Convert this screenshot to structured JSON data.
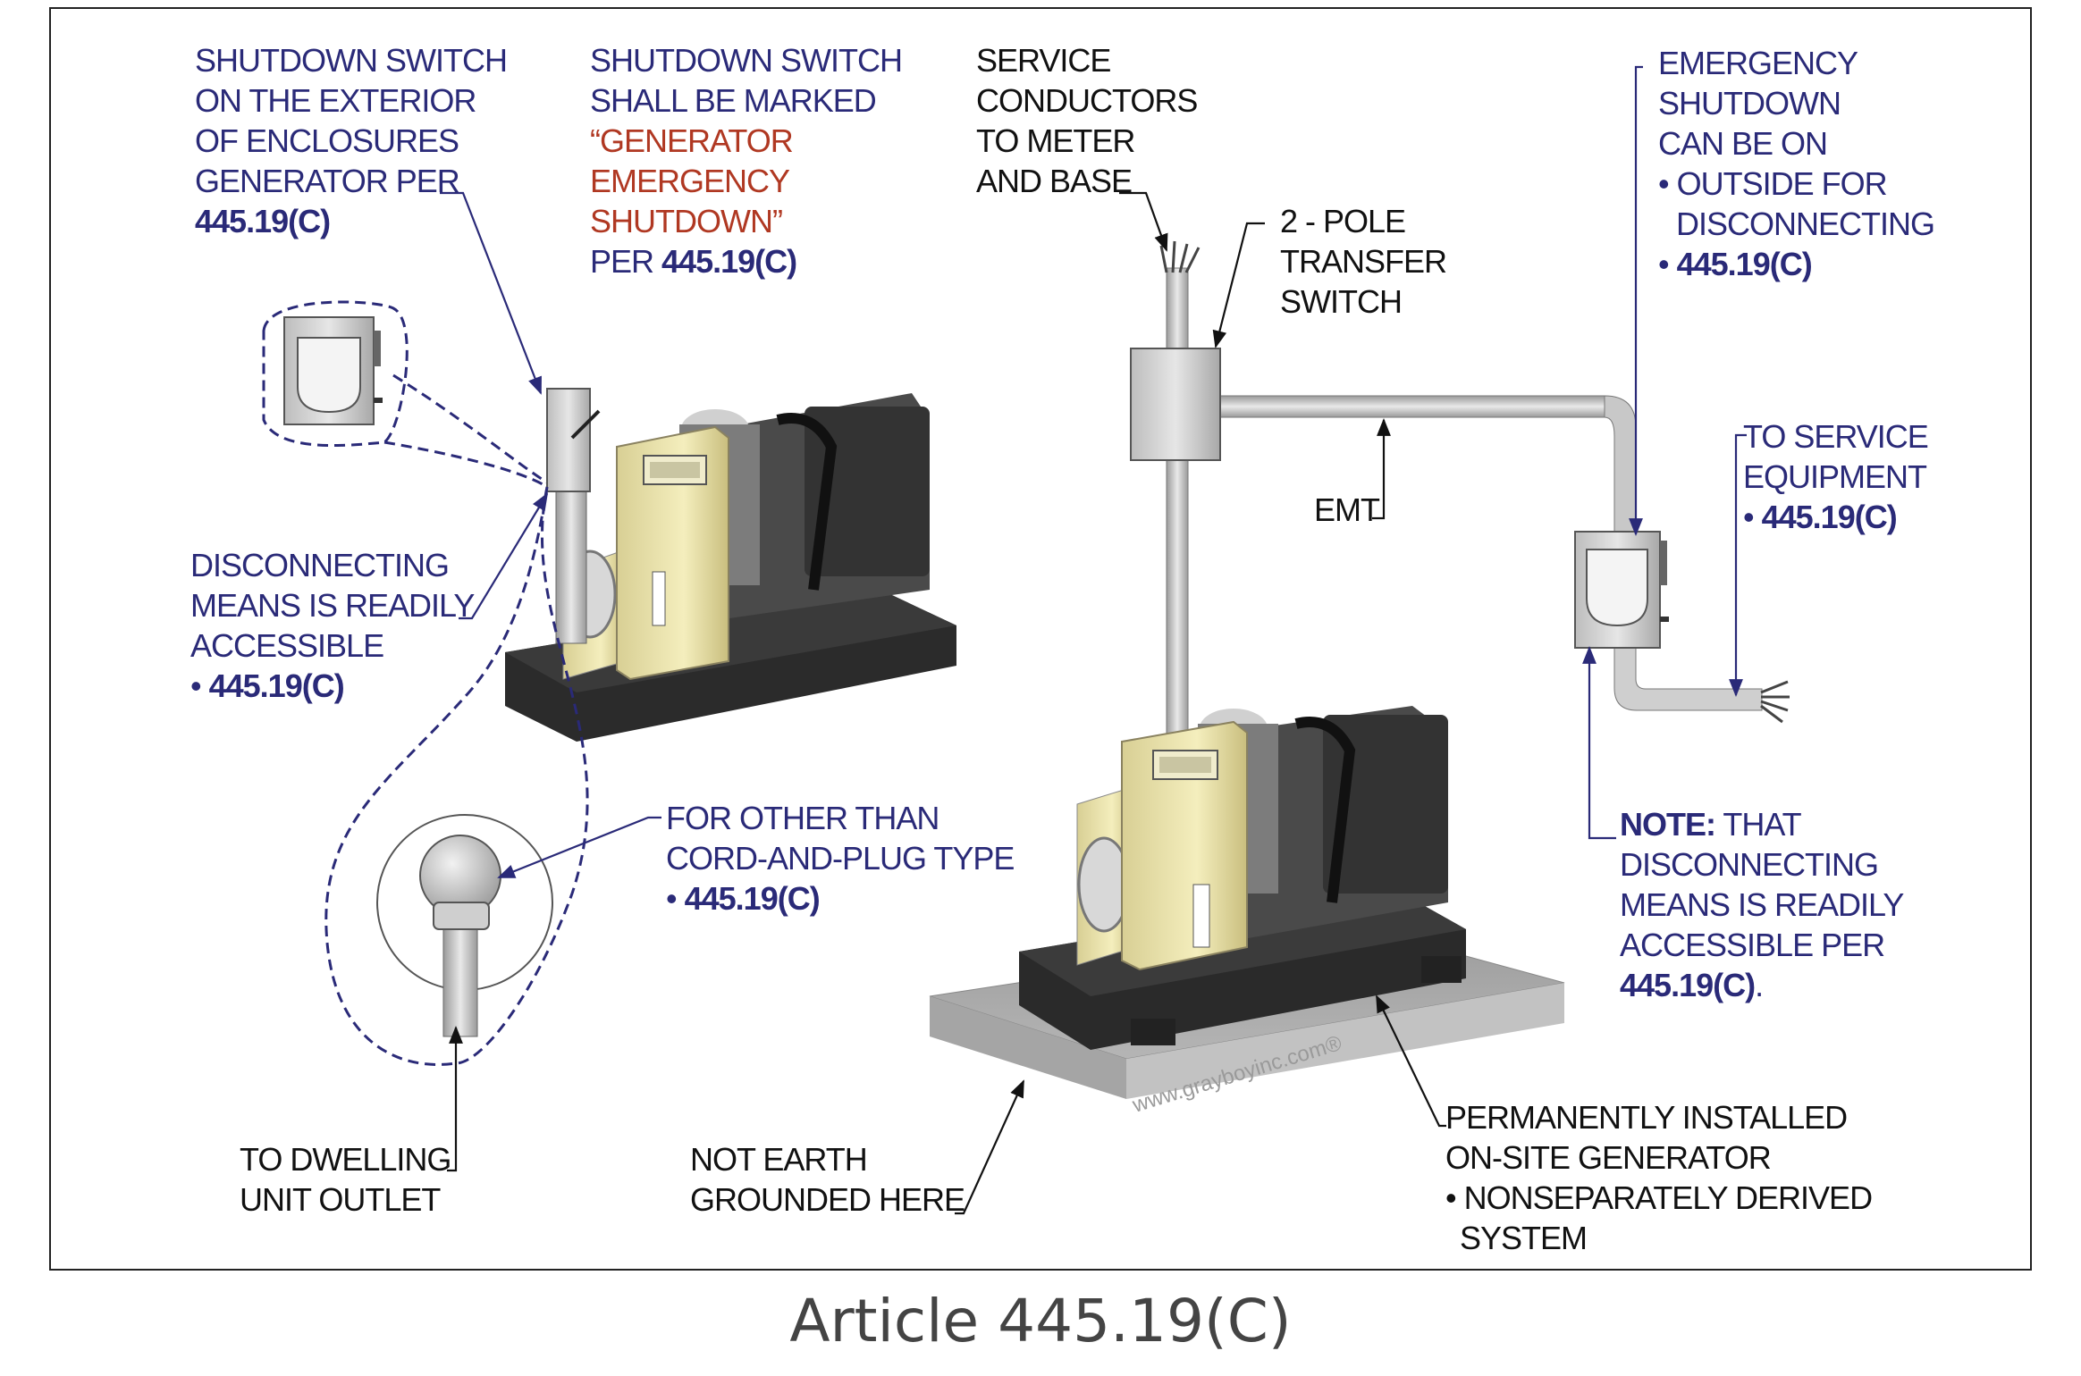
{
  "caption": "Article 445.19(C)",
  "watermark": "www.grayboyinc.com®",
  "labels": {
    "shutdown_exterior": {
      "l1": "SHUTDOWN SWITCH",
      "l2": "ON THE EXTERIOR",
      "l3": "OF ENCLOSURES",
      "l4": "GENERATOR PER",
      "ref": "445.19(C)"
    },
    "shutdown_marked": {
      "l1": "SHUTDOWN SWITCH",
      "l2": "SHALL BE MARKED",
      "r1": "“GENERATOR",
      "r2": "EMERGENCY",
      "r3": "SHUTDOWN”",
      "per": "PER ",
      "ref": "445.19(C)"
    },
    "service_conductors": {
      "l1": "SERVICE",
      "l2": "CONDUCTORS",
      "l3": "TO METER",
      "l4": "AND BASE"
    },
    "transfer_switch": {
      "l1": "2 - POLE",
      "l2": "TRANSFER",
      "l3": "SWITCH"
    },
    "emergency_shutdown": {
      "l1": "EMERGENCY",
      "l2": "SHUTDOWN",
      "l3": "CAN BE ON",
      "l4": "• OUTSIDE FOR",
      "l5": "DISCONNECTING",
      "bullet": "• ",
      "ref": "445.19(C)"
    },
    "to_service_equipment": {
      "l1": "TO SERVICE",
      "l2": "EQUIPMENT",
      "bullet": "• ",
      "ref": "445.19(C)"
    },
    "emt": "EMT",
    "disconnecting_accessible": {
      "l1": "DISCONNECTING",
      "l2": "MEANS IS READILY",
      "l3": "ACCESSIBLE",
      "bullet": "• ",
      "ref": "445.19(C)"
    },
    "cord_plug": {
      "l1": "FOR OTHER THAN",
      "l2": "CORD-AND-PLUG TYPE",
      "bullet": "• ",
      "ref": "445.19(C)"
    },
    "note": {
      "note_bold": "NOTE:",
      "l1": " THAT",
      "l2": "DISCONNECTING",
      "l3": "MEANS IS READILY",
      "l4": "ACCESSIBLE PER",
      "ref": "445.19(C)",
      "period": "."
    },
    "dwelling": {
      "l1": "TO DWELLING",
      "l2": "UNIT OUTLET"
    },
    "not_earth": {
      "l1": "NOT EARTH",
      "l2": "GROUNDED HERE"
    },
    "permanent": {
      "l1": "PERMANENTLY INSTALLED",
      "l2": "ON-SITE GENERATOR",
      "l3": "• NONSEPARATELY DERIVED",
      "l4": "SYSTEM"
    }
  }
}
